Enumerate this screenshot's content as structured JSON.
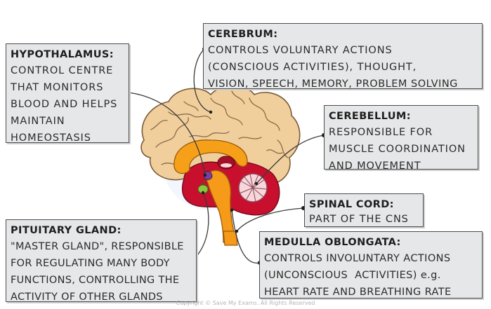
{
  "labels": {
    "hypothalamus": {
      "title": "HYPOTHALAMUS:",
      "lines": [
        "CONTROL CENTRE",
        "THAT MONITORS",
        "BLOOD AND HELPS",
        "MAINTAIN",
        "HOMEOSTASIS"
      ]
    },
    "cerebrum": {
      "title": "CEREBRUM:",
      "lines": [
        "CONTROLS VOLUNTARY ACTIONS",
        "(CONSCIOUS ACTIVITIES), THOUGHT,",
        "VISION, SPEECH, MEMORY, PROBLEM SOLVING"
      ]
    },
    "cerebellum": {
      "title": "CEREBELLUM:",
      "lines": [
        "RESPONSIBLE FOR",
        "MUSCLE COORDINATION",
        "AND MOVEMENT"
      ]
    },
    "spinal_cord": {
      "title": "SPINAL CORD:",
      "lines": [
        "PART OF THE CNS"
      ]
    },
    "pituitary": {
      "title": "PITUITARY GLAND:",
      "lines": [
        "\"MASTER GLAND\", RESPONSIBLE",
        "FOR REGULATING MANY BODY",
        "FUNCTIONS, CONTROLLING THE",
        "ACTIVITY OF OTHER GLANDS"
      ]
    },
    "medulla": {
      "title": "MEDULLA OBLONGATA:",
      "lines": [
        "CONTROLS INVOLUNTARY ACTIONS",
        "(UNCONSCIOUS  ACTIVITIES) e.g.",
        "HEART RATE AND BREATHING RATE"
      ]
    }
  },
  "copyright": "Copyright © Save My Exams. All Rights Reserved",
  "colors": {
    "box_fill": "#e6e7e8",
    "box_border": "#4d4d4d",
    "brain_tan": "#f1cf9c",
    "brain_outline": "#7a5a3a",
    "corpus_orange": "#f6a01a",
    "stem_orange": "#f59a19",
    "deep_red": "#c8102e",
    "cerebellum_pink": "#f7d6dc",
    "pituitary_green": "#8dc63f",
    "hypothalamus_purple": "#7b3f99"
  }
}
